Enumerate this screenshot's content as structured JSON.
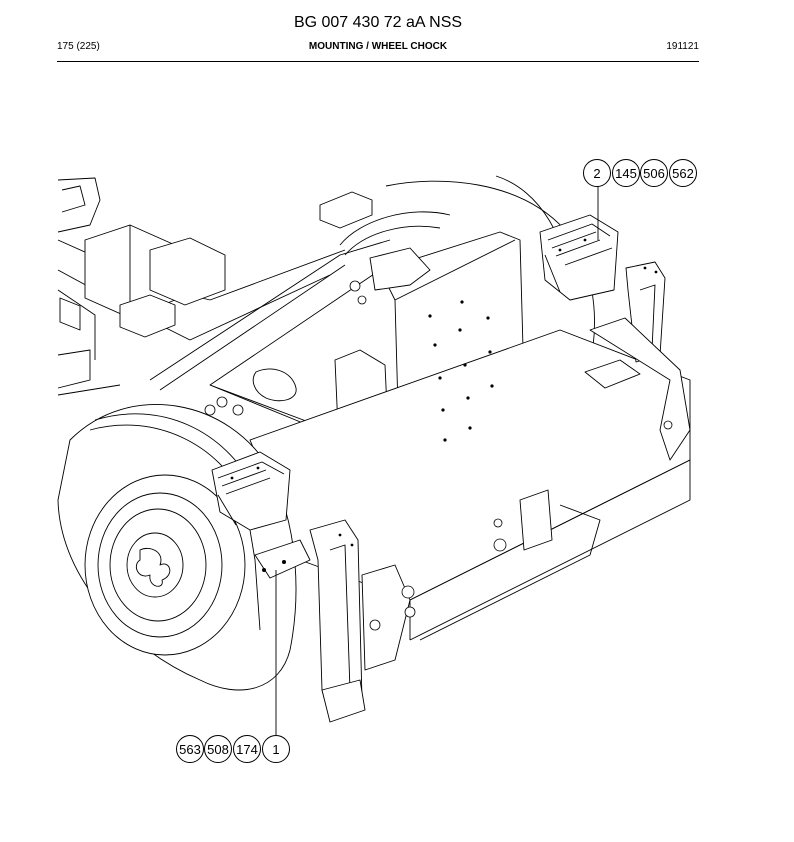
{
  "header": {
    "doc_number": "BG 007 430 72 aA NSS",
    "page_count": "175 (225)",
    "section_title": "MOUNTING / WHEEL CHOCK",
    "date_code": "191121"
  },
  "callouts_top_right": [
    "2",
    "145",
    "506",
    "562"
  ],
  "callouts_bottom_left": [
    "563",
    "508",
    "174",
    "1"
  ]
}
